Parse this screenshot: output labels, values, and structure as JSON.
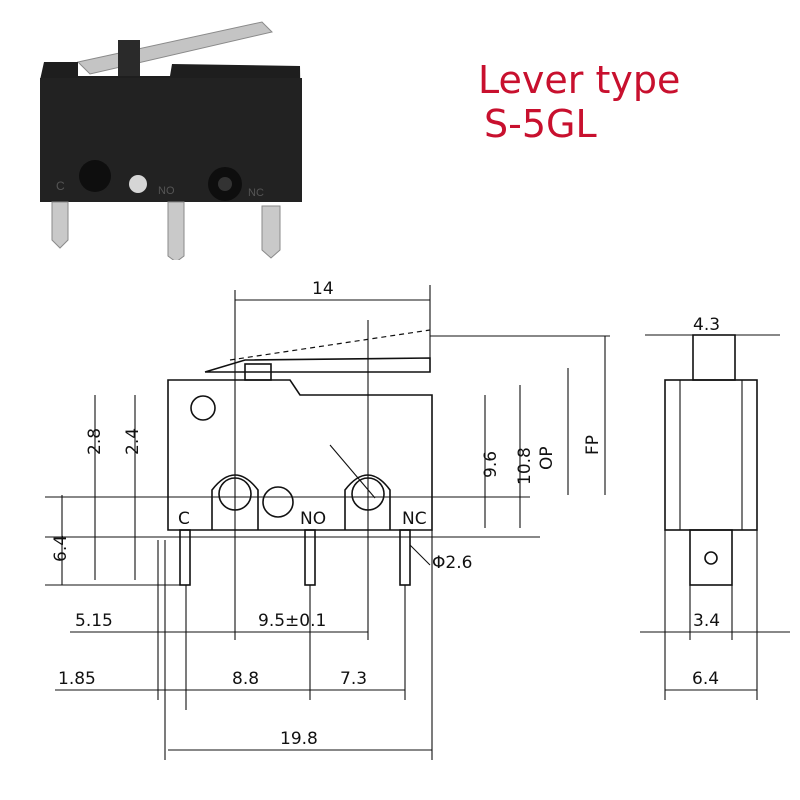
{
  "title": {
    "line1": "Lever type",
    "line2": "S-5GL"
  },
  "colors": {
    "title": "#c8102e",
    "switch_body": "#1e1e1e",
    "lever": "#bdbdbd",
    "terminal": "#c9c9c9",
    "line": "#111111"
  },
  "photo_markings": {
    "common": "C",
    "no": "NO",
    "nc": "NC"
  },
  "front_view": {
    "terminal_labels": {
      "common": "C",
      "no": "NO",
      "nc": "NC"
    },
    "dims": {
      "overall_width": "19.8",
      "lever_span": "14",
      "height_2_8": "2.8",
      "height_2_4": "2.4",
      "height_6_4": "6.4",
      "pitch_9_6": "9.6",
      "pitch_10_8": "10.8",
      "op": "OP",
      "fp": "FP",
      "hole_dia": "Φ2.6",
      "d_5_15": "5.15",
      "d_9_5": "9.5±0.1",
      "d_1_85": "1.85",
      "d_8_8": "8.8",
      "d_7_3": "7.3"
    }
  },
  "side_view": {
    "dims": {
      "top_width": "4.3",
      "terminal_offset": "3.4",
      "body_width": "6.4"
    }
  }
}
